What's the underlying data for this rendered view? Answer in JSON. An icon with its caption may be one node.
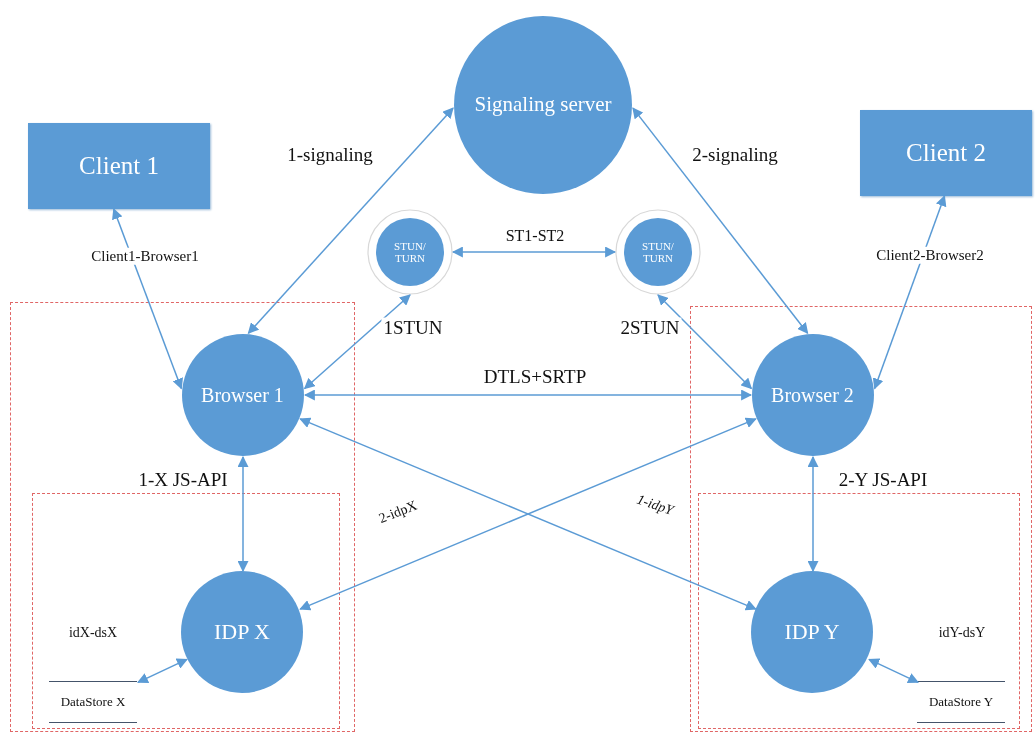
{
  "diagram": {
    "nodes": [
      {
        "text": [
          "Signaling server"
        ]
      },
      {
        "text": [
          "Client 1"
        ]
      },
      {
        "text": [
          "Client 2"
        ]
      },
      {
        "text": [
          "STUN/ TURN"
        ]
      },
      {
        "text": [
          "STUN/ TURN"
        ]
      },
      {
        "text": [],
        "shape": "box"
      },
      {
        "text": [
          "Browser 1"
        ],
        "in": 5
      },
      {
        "text": [],
        "shape": "box",
        "in": 5
      },
      {
        "text": [
          "IDP X"
        ],
        "in": 7
      },
      {
        "text": [
          "DataStore X"
        ],
        "in": 7
      },
      {
        "text": [],
        "shape": "box"
      },
      {
        "text": [
          "Browser 2"
        ],
        "in": 10
      },
      {
        "text": [],
        "shape": "box",
        "in": 10
      },
      {
        "text": [
          "IDP Y"
        ],
        "in": 12
      },
      {
        "text": [
          "DataStore Y"
        ],
        "in": 12
      }
    ],
    "edges": [
      {
        "from": 6,
        "to": 1,
        "arrow": "both",
        "label": "Client1-Browser1"
      },
      {
        "from": 6,
        "to": 0,
        "arrow": "both",
        "label": "1-signaling"
      },
      {
        "from": 11,
        "to": 0,
        "arrow": "both",
        "label": "2-signaling"
      },
      {
        "from": 11,
        "to": 2,
        "arrow": "both",
        "label": "Client2-Browser2"
      },
      {
        "from": 3,
        "to": 4,
        "arrow": "both",
        "label": "ST1-ST2"
      },
      {
        "from": 6,
        "to": 3,
        "arrow": "both",
        "label": "1STUN"
      },
      {
        "from": 11,
        "to": 4,
        "arrow": "both",
        "label": "2STUN"
      },
      {
        "from": 6,
        "to": 11,
        "arrow": "both",
        "label": "DTLS+SRTP"
      },
      {
        "from": 6,
        "to": 8,
        "arrow": "both",
        "label": "1-X JS-API"
      },
      {
        "from": 11,
        "to": 13,
        "arrow": "both",
        "label": "2-Y JS-API"
      },
      {
        "from": 11,
        "to": 8,
        "arrow": "both",
        "label": "2-idpX"
      },
      {
        "from": 6,
        "to": 13,
        "arrow": "both",
        "label": "1-idpY"
      },
      {
        "from": 8,
        "to": 9,
        "arrow": "both",
        "label": "idX-dsX"
      },
      {
        "from": 13,
        "to": 14,
        "arrow": "both",
        "label": "idY-dsY"
      }
    ]
  }
}
